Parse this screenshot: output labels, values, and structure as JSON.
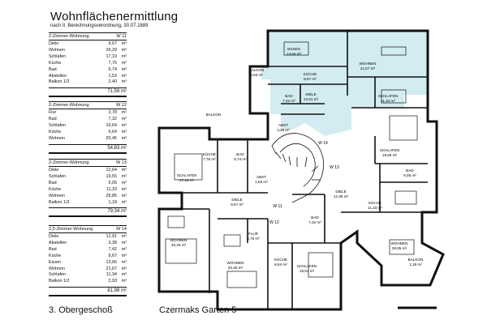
{
  "title": "Wohnflächenermittlung",
  "subtitle": "nach II. Berechnungsverordnung, 30.07.1889",
  "panels": [
    {
      "name": "2-Zimmer-Wohnung",
      "code": "W 11",
      "rows": [
        {
          "n": "Diele",
          "v": "9,67",
          "u": "m²"
        },
        {
          "n": "Wohnen",
          "v": "26,29",
          "u": "m²"
        },
        {
          "n": "Schlafen",
          "v": "17,19",
          "u": "m²"
        },
        {
          "n": "Küche",
          "v": "7,76",
          "u": "m²"
        },
        {
          "n": "Bad",
          "v": "6,74",
          "u": "m²"
        },
        {
          "n": "Abstellen",
          "v": "1,53",
          "u": "m²"
        },
        {
          "n": "Balkon 1/2",
          "v": "2,40",
          "u": "m²"
        }
      ],
      "total": "71,58 m²"
    },
    {
      "name": "2-Zimmer-Wohnung",
      "code": "W 12",
      "rows": [
        {
          "n": "Flur",
          "v": "3,78",
          "u": "m²"
        },
        {
          "n": "Bad",
          "v": "7,32",
          "u": "m²"
        },
        {
          "n": "Schlafen",
          "v": "16,64",
          "u": "m²"
        },
        {
          "n": "Küche",
          "v": "6,64",
          "u": "m²"
        },
        {
          "n": "Wohnen",
          "v": "20,45",
          "u": "m²"
        }
      ],
      "total": "54,83 m²"
    },
    {
      "name": "2-Zimmer-Wohnung",
      "code": "W 13",
      "rows": [
        {
          "n": "Diele",
          "v": "12,64",
          "u": "m²"
        },
        {
          "n": "Schlafen",
          "v": "19,55",
          "u": "m²"
        },
        {
          "n": "Bad",
          "v": "5,05",
          "u": "m²"
        },
        {
          "n": "Küche",
          "v": "11,33",
          "u": "m²"
        },
        {
          "n": "Wohnen",
          "v": "29,85",
          "u": "m²"
        },
        {
          "n": "Balkon 1/2",
          "v": "1,18",
          "u": "m²"
        }
      ],
      "total": "79,34 m²"
    },
    {
      "name": "2,5-Zimmer-Wohnung",
      "code": "W 14",
      "rows": [
        {
          "n": "Diele",
          "v": "12,91",
          "u": "m²"
        },
        {
          "n": "Abstellen",
          "v": "3,38",
          "u": "m²"
        },
        {
          "n": "Bad",
          "v": "7,42",
          "u": "m²"
        },
        {
          "n": "Küche",
          "v": "8,67",
          "u": "m²"
        },
        {
          "n": "Essen",
          "v": "13,66",
          "u": "m²"
        },
        {
          "n": "Wohnen",
          "v": "21,67",
          "u": "m²"
        },
        {
          "n": "Schlafen",
          "v": "11,34",
          "u": "m²"
        },
        {
          "n": "Balkon 1/2",
          "v": "2,93",
          "u": "m²"
        }
      ],
      "total": "81,98 m²"
    }
  ],
  "rooms": [
    {
      "name": "ESSEN",
      "area": "13,66 m²"
    },
    {
      "name": "KÜCHE",
      "area": "8,67 m²"
    },
    {
      "name": "WOHNEN",
      "area": "21,67 m²"
    },
    {
      "name": "BALKON",
      "area": "2,93 m²"
    },
    {
      "name": "BAD",
      "area": "7,42 m²"
    },
    {
      "name": "DIELE",
      "area": "12,91 m²"
    },
    {
      "name": "SCHLAFEN",
      "area": "11,34 m²"
    },
    {
      "name": "ABST",
      "area": "3,38 m²"
    },
    {
      "name": "BALKON",
      "area": ""
    },
    {
      "name": "KÜCHE",
      "area": "7,76 m²"
    },
    {
      "name": "BAD",
      "area": "6,74 m²"
    },
    {
      "name": "SCHLAFEN",
      "area": "17,19 m²"
    },
    {
      "name": "ABST",
      "area": "1,53 m²"
    },
    {
      "name": "DIELE",
      "area": "9,67 m²"
    },
    {
      "name": "WOHNEN",
      "area": "26,29 m²"
    },
    {
      "name": "FLUR",
      "area": "3,78 m²"
    },
    {
      "name": "KÜCHE",
      "area": "6,64 m²"
    },
    {
      "name": "WOHNEN",
      "area": "20,45 m²"
    },
    {
      "name": "SCHLAFEN",
      "area": "16,64 m²"
    },
    {
      "name": "BAD",
      "area": "7,32 m²"
    },
    {
      "name": "SCHLAFEN",
      "area": "19,55 m²"
    },
    {
      "name": "BAD",
      "area": "5,05 m²"
    },
    {
      "name": "DIELE",
      "area": "12,38 m²"
    },
    {
      "name": "KÜCHE",
      "area": "11,33 m²"
    },
    {
      "name": "WOHNEN",
      "area": "29,85 m²"
    },
    {
      "name": "BALKON",
      "area": "1,18 m²"
    }
  ],
  "unit_labels": [
    "W 14",
    "W 13",
    "W 11",
    "W 12"
  ],
  "footer": {
    "floor": "3. Obergeschoß",
    "address": "Czermaks Garten 5"
  },
  "colors": {
    "highlight": "#d3ecf1",
    "line": "#111111"
  }
}
